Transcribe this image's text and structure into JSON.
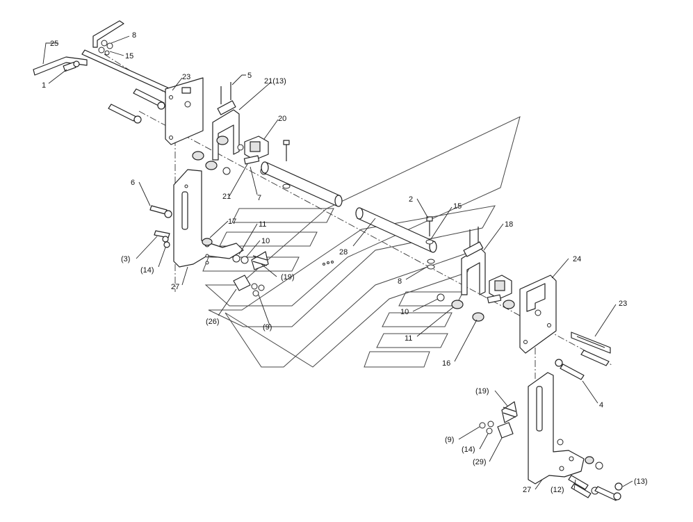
{
  "callouts": {
    "c25": "25",
    "c8a": "8",
    "c15a": "15",
    "c1": "1",
    "c23a": "23",
    "c5": "5",
    "c21_13": "21(13)",
    "c20": "20",
    "c21": "21",
    "c7": "7",
    "c6": "6",
    "c17": "17",
    "c11a": "11",
    "c10a": "10",
    "c3": "(3)",
    "c14a": "(14)",
    "c19a": "(19)",
    "c27a": "27",
    "c26": "(26)",
    "c9a": "(9)",
    "c28": "28",
    "c2": "2",
    "c15b": "15",
    "c18": "18",
    "c8b": "8",
    "c24": "24",
    "c10b": "10",
    "c11b": "11",
    "c16": "16",
    "c23b": "23",
    "c4": "4",
    "c19b": "(19)",
    "c9b": "(9)",
    "c14b": "(14)",
    "c29": "(29)",
    "c27b": "27",
    "c12": "(12)",
    "c13": "(13)"
  }
}
